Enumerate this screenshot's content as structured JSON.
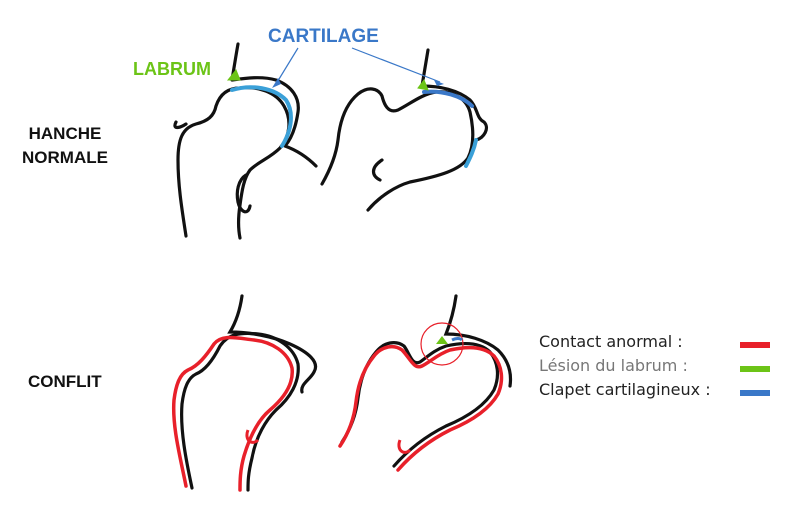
{
  "labels": {
    "labrum": "LABRUM",
    "cartilage": "CARTILAGE",
    "normal_line1": "HANCHE",
    "normal_line2": "NORMALE",
    "conflit": "CONFLIT"
  },
  "legend": [
    {
      "text": "Contact anormal :",
      "color": "#e8202a"
    },
    {
      "text": "Lésion du labrum :",
      "color": "#6cc417"
    },
    {
      "text": "Clapet cartilagineux :",
      "color": "#3a78c8"
    }
  ],
  "colors": {
    "labrum_label": "#6cc417",
    "cartilage_label": "#3a78c8",
    "bone_outline": "#111111",
    "contact": "#e8202a",
    "labrum": "#6cc417",
    "cartilage": "#3aa0d8"
  }
}
